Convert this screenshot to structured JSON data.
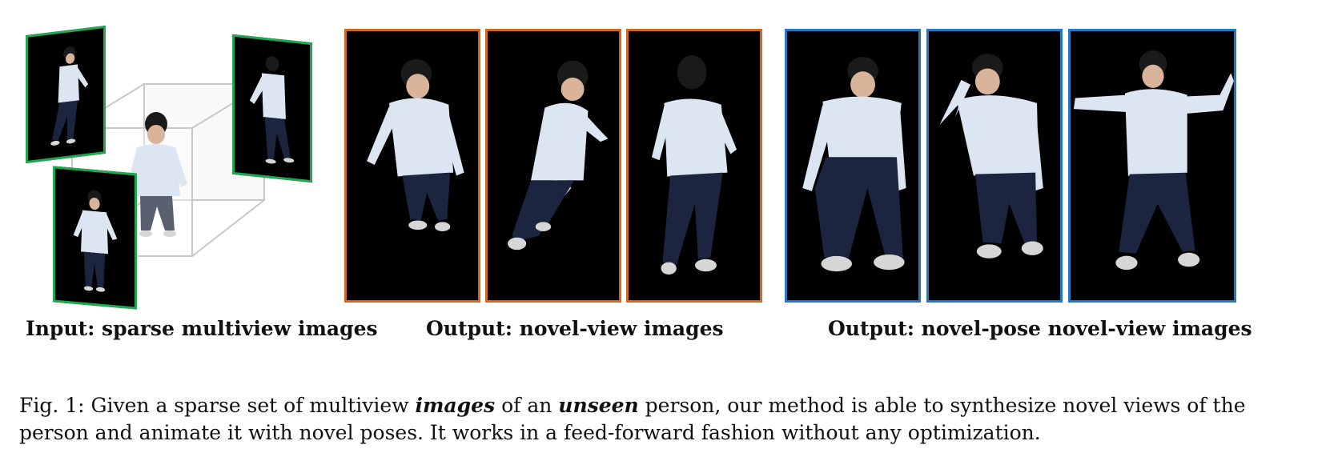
{
  "labels": {
    "input": "Input: sparse multiview images",
    "novel_view": "Output: novel-view images",
    "novel_pose": "Output: novel-pose novel-view images"
  },
  "caption": {
    "prefix": "Fig. 1: Given a sparse set of multiview ",
    "em1": "images",
    "mid1": " of an ",
    "em2": "unseen",
    "line1_rest": " person, our method is able to synthesize novel views of the",
    "line2": "person and animate it with novel poses. It works in a feed-forward fashion without any optimization."
  },
  "colors": {
    "input_frame": "#1fa84f",
    "novel_view_frame": "#d2691e",
    "novel_pose_frame": "#1f78c8",
    "shirt": "#dce6f2",
    "jeans": "#1c2540",
    "hair": "#1a1a1a",
    "skin": "#d9b49a",
    "shoes": "#d6d6d6"
  }
}
